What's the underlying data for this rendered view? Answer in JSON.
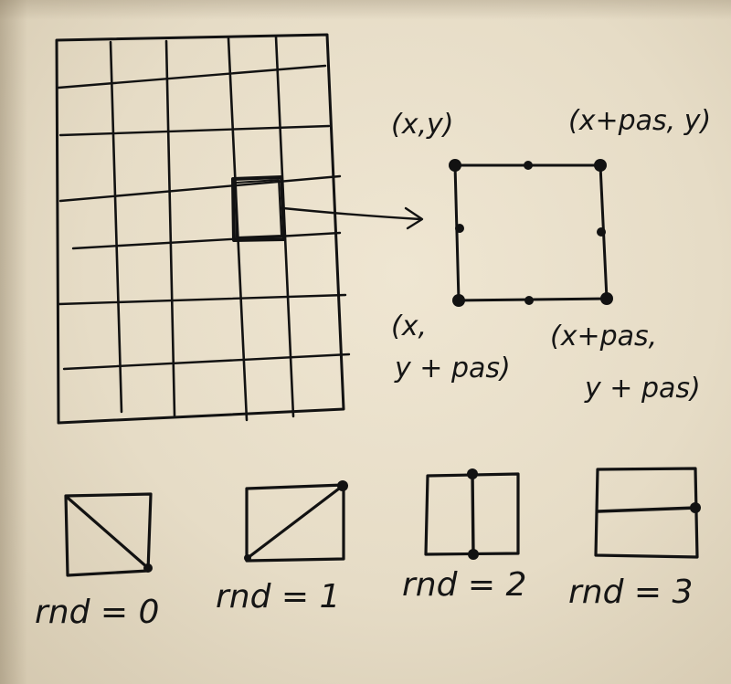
{
  "labels": {
    "corner_top_left": "(x,y)",
    "corner_top_right": "(x+pas, y)",
    "corner_bottom_left_1": "(x,",
    "corner_bottom_left_2": "y + pas)",
    "corner_bottom_right_1": "(x+pas,",
    "corner_bottom_right_2": "y + pas)"
  },
  "cases": [
    {
      "label": "rnd = 0",
      "line": "diagonal-down"
    },
    {
      "label": "rnd = 1",
      "line": "diagonal-up"
    },
    {
      "label": "rnd = 2",
      "line": "vertical-middle"
    },
    {
      "label": "rnd = 3",
      "line": "horizontal-middle"
    }
  ],
  "colors": {
    "ink": "#121212",
    "paper": "#e9e0cb"
  }
}
